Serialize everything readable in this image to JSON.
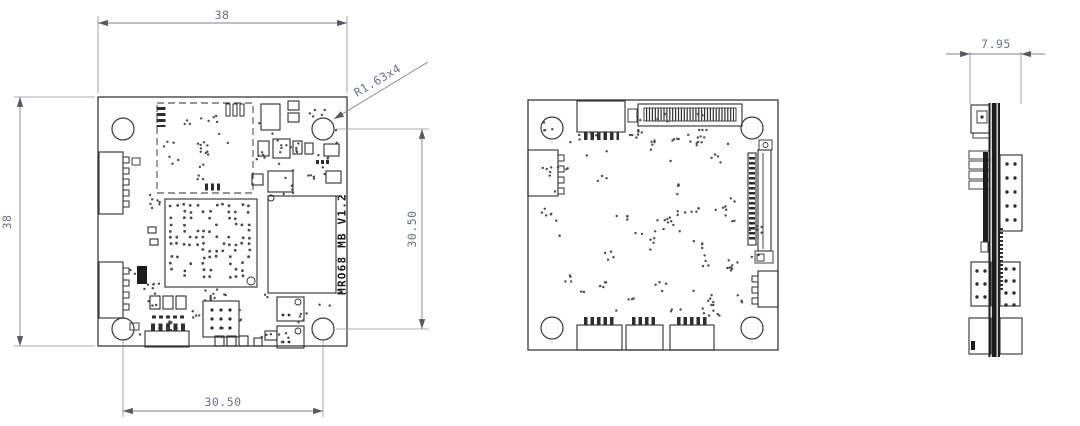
{
  "drawing": {
    "dimensions": {
      "front_width": "38",
      "front_height": "38",
      "hole_pitch_vertical": "30.50",
      "hole_pitch_horizontal": "30.50",
      "side_thickness": "7.95",
      "mount_hole_callout": "R1.63x4"
    },
    "silkscreen": {
      "board_label": "MRO68 MB V1.2"
    },
    "colors": {
      "line": "#2e2e2e",
      "dimension": "#6b7280",
      "background": "#ffffff"
    }
  }
}
